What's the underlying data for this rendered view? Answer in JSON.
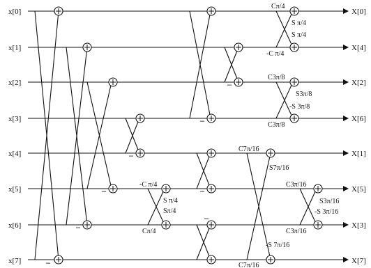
{
  "inputs": [
    "x[0]",
    "x[1]",
    "x[2]",
    "x[3]",
    "x[4]",
    "x[5]",
    "x[6]",
    "x[7]"
  ],
  "outputs": [
    "X[0]",
    "X[4]",
    "X[2]",
    "X[6]",
    "X[1]",
    "X[5]",
    "X[3]",
    "X[7]"
  ],
  "coefficients": {
    "c_pi4_top": "Cπ/4",
    "s_pi4_a": "S π/4",
    "s_pi4_b": "S π/4",
    "neg_c_pi4_top": "-C π/4",
    "c_3pi8_top": "C3π/8",
    "s_3pi8": "S3π/8",
    "neg_s_3pi8": "-S 3π/8",
    "c_3pi8_bottom": "C3π/8",
    "neg_c_pi4_mid": "-C π/4",
    "s_pi4_mid": "S π/4",
    "s_pi4_mid_b": "Sπ/4",
    "c_pi4_mid": "Cπ/4",
    "c_7pi16_top": "C7π/16",
    "s_7pi16": "S7π/16",
    "neg_s_7pi16": "-S 7π/16",
    "c_7pi16_bottom": "C7π/16",
    "c_3pi16_top": "C3π/16",
    "s_3pi16": "S3π/16",
    "neg_s_3pi16": "-S 3π/16",
    "c_3pi16_bottom": "C3π/16"
  },
  "minus_sign": "–"
}
